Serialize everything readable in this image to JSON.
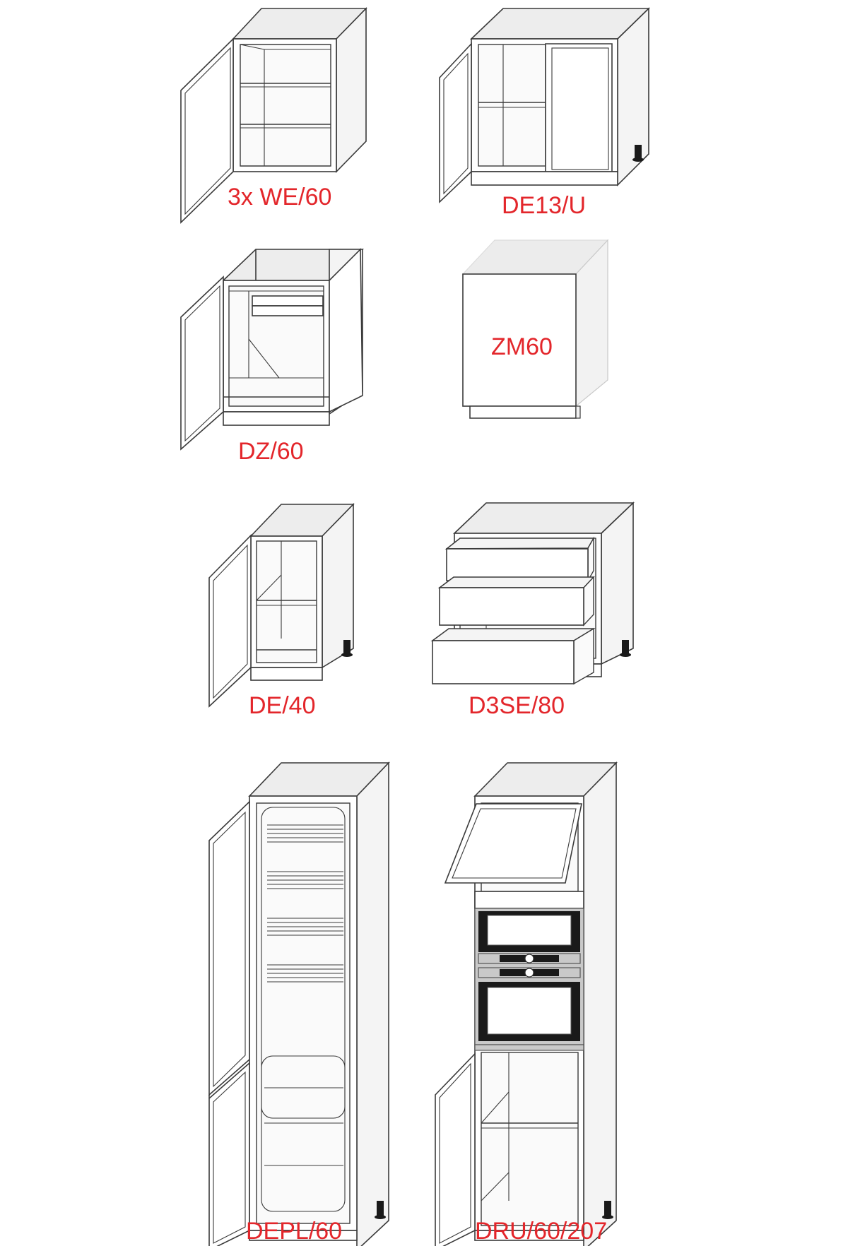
{
  "cabinets": [
    {
      "label": "3x WE/60"
    },
    {
      "label": "DE13/U"
    },
    {
      "label": "DZ/60"
    },
    {
      "label": "ZM60"
    },
    {
      "label": "DE/40"
    },
    {
      "label": "D3SE/80"
    },
    {
      "label": "DEPL/60"
    },
    {
      "label": "DRU/60/207"
    }
  ],
  "colors": {
    "label": "#e3262b",
    "line": "#3a3a3a"
  }
}
